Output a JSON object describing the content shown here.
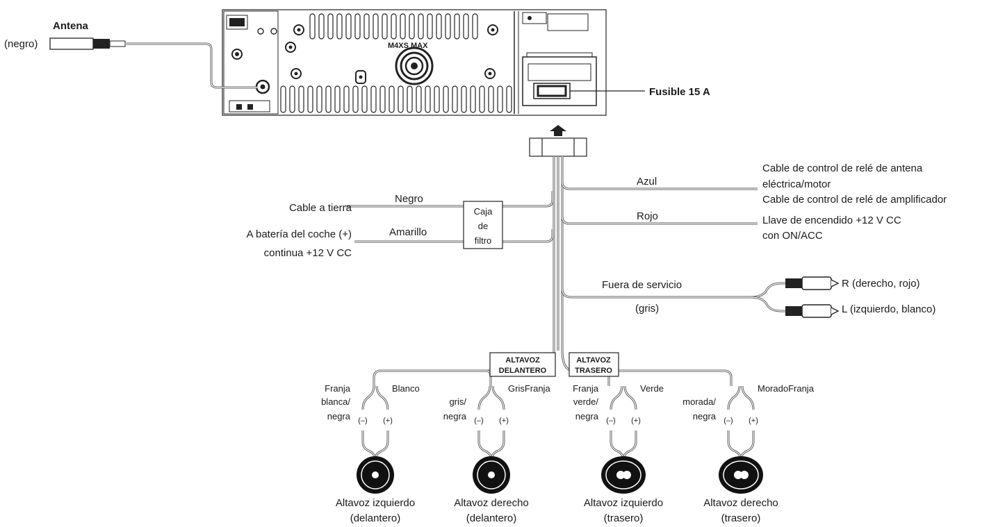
{
  "unit": {
    "model": "M4XS MAX",
    "fuse_label": "Fusible 15 A"
  },
  "antenna": {
    "title": "Antena",
    "color": "(negro)"
  },
  "left_wires": {
    "ground": {
      "wire": "Negro",
      "label": "Cable a tierra"
    },
    "battery": {
      "wire": "Amarillo",
      "label_1": "A batería del coche (+)",
      "label_2": "continua +12 V CC"
    },
    "filter_box": {
      "line_1": "Caja",
      "line_2": "de",
      "line_3": "filtro"
    }
  },
  "right_wires": {
    "blue": {
      "wire": "Azul",
      "label_1": "Cable de control de relé de antena",
      "label_2": "eléctrica/motor",
      "label_3": "Cable de control de relé de amplificador"
    },
    "red": {
      "wire": "Rojo",
      "label_1": "Llave de encendido +12 V CC",
      "label_2": "con ON/ACC"
    },
    "service": {
      "wire": "Fuera de servicio",
      "wire_color": "(gris)",
      "right": "R (derecho, rojo)",
      "left": "L (izquierdo, blanco)"
    }
  },
  "speaker_groups": {
    "front": {
      "line_1": "ALTAVOZ",
      "line_2": "DELANTERO"
    },
    "rear": {
      "line_1": "ALTAVOZ",
      "line_2": "TRASERO"
    }
  },
  "speakers": [
    {
      "neg_1": "Franja",
      "neg_2": "blanca/",
      "neg_3": "negra",
      "pos": "Blanco",
      "minus": "(–)",
      "plus": "(+)",
      "name_1": "Altavoz izquierdo",
      "name_2": "(delantero)"
    },
    {
      "neg_1": "",
      "neg_2": "gris/",
      "neg_3": "negra",
      "pos": "GrisFranja",
      "minus": "(–)",
      "plus": "(+)",
      "name_1": "Altavoz derecho",
      "name_2": "(delantero)"
    },
    {
      "neg_1": "Franja",
      "neg_2": "verde/",
      "neg_3": "negra",
      "pos": "Verde",
      "minus": "(–)",
      "plus": "(+)",
      "name_1": "Altavoz izquierdo",
      "name_2": "(trasero)"
    },
    {
      "neg_1": "",
      "neg_2": "morada/",
      "neg_3": "negra",
      "pos": "MoradoFranja",
      "minus": "(–)",
      "plus": "(+)",
      "name_1": "Altavoz derecho",
      "name_2": "(trasero)"
    }
  ]
}
